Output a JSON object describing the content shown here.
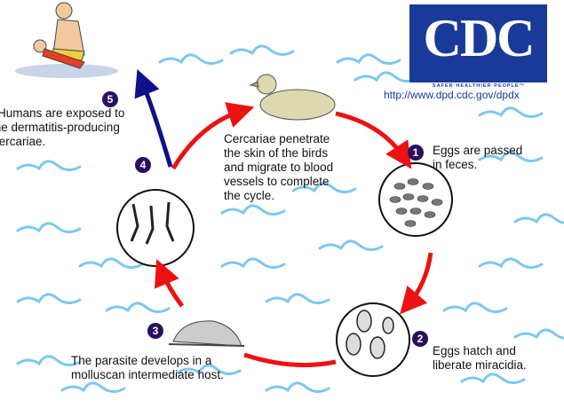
{
  "logo": {
    "text": "CDC",
    "tagline": "SAFER·HEALTHIER·PEOPLE™",
    "url": "http://www.dpd.cdc.gov/dpdx"
  },
  "steps": [
    {
      "number": "1",
      "lines": [
        "Eggs are passed",
        "in feces."
      ]
    },
    {
      "number": "2",
      "lines": [
        "Eggs hatch and",
        "liberate miracidia."
      ]
    },
    {
      "number": "3",
      "lines": [
        "The parasite develops in a",
        "molluscan intermediate host."
      ]
    },
    {
      "number": "4",
      "lines": [
        "Cercariae penetrate",
        "the skin of the birds",
        "and migrate to blood",
        "vessels to complete",
        "the cycle."
      ]
    },
    {
      "number": "5",
      "lines": [
        "Humans are exposed to",
        "the dermatitis-producing",
        "cercariae."
      ]
    }
  ],
  "colors": {
    "cycle_arrow": "#ee1111",
    "human_arrow": "#10108a",
    "badge": "#2b0f5e",
    "water": "#7cc8f0",
    "logo": "#1a3a9a"
  }
}
